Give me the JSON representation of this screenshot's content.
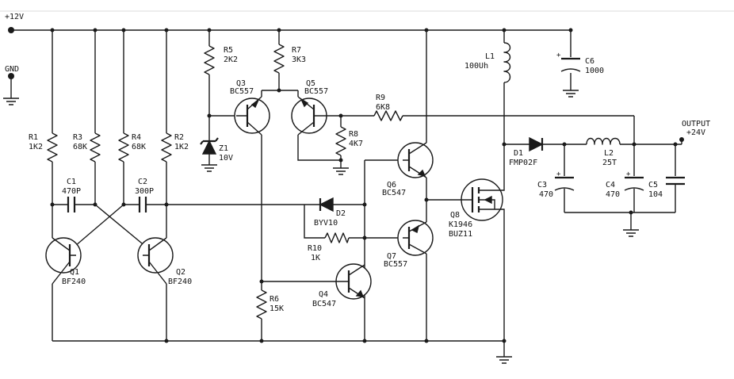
{
  "nets": {
    "vcc": "+12V",
    "gnd": "GND",
    "output_line1": "OUTPUT",
    "output_line2": "+24V"
  },
  "components": {
    "R1": {
      "ref": "R1",
      "value": "1K2"
    },
    "R2": {
      "ref": "R2",
      "value": "1K2"
    },
    "R3": {
      "ref": "R3",
      "value": "68K"
    },
    "R4": {
      "ref": "R4",
      "value": "68K"
    },
    "R5": {
      "ref": "R5",
      "value": "2K2"
    },
    "R6": {
      "ref": "R6",
      "value": "15K"
    },
    "R7": {
      "ref": "R7",
      "value": "3K3"
    },
    "R8": {
      "ref": "R8",
      "value": "4K7"
    },
    "R9": {
      "ref": "R9",
      "value": "6K8"
    },
    "R10": {
      "ref": "R10",
      "value": "1K"
    },
    "C1": {
      "ref": "C1",
      "value": "470P"
    },
    "C2": {
      "ref": "C2",
      "value": "300P"
    },
    "C3": {
      "ref": "C3",
      "value": "470"
    },
    "C4": {
      "ref": "C4",
      "value": "470"
    },
    "C5": {
      "ref": "C5",
      "value": "104"
    },
    "C6": {
      "ref": "C6",
      "value": "1000"
    },
    "L1": {
      "ref": "L1",
      "value": "100Uh"
    },
    "L2": {
      "ref": "L2",
      "value": "25T"
    },
    "D1": {
      "ref": "D1",
      "value": "FMP02F"
    },
    "D2": {
      "ref": "D2",
      "value": "BYV10"
    },
    "Z1": {
      "ref": "Z1",
      "value": "10V"
    },
    "Q1": {
      "ref": "Q1",
      "value": "BF240"
    },
    "Q2": {
      "ref": "Q2",
      "value": "BF240"
    },
    "Q3": {
      "ref": "Q3",
      "value": "BC557"
    },
    "Q4": {
      "ref": "Q4",
      "value": "BC547"
    },
    "Q5": {
      "ref": "Q5",
      "value": "BC557"
    },
    "Q6": {
      "ref": "Q6",
      "value": "BC547"
    },
    "Q7": {
      "ref": "Q7",
      "value": "BC557"
    },
    "Q8": {
      "ref": "Q8",
      "value": "K1946",
      "value2": "BUZ11"
    }
  },
  "polarity_mark": "+"
}
